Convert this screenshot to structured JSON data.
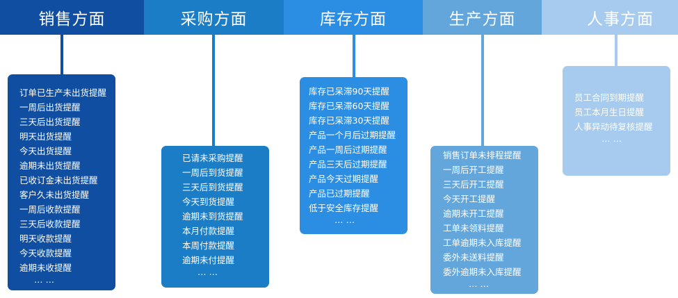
{
  "columns": [
    {
      "title": "销售方面",
      "items": [
        "订单已生产未出货提醒",
        "一周后出货提醒",
        "三天后出货提醒",
        "明天出货提醒",
        "今天出货提醒",
        "逾期未出货提醒",
        "已收订金未出货提醒",
        "客户久未出货提醒",
        "一周后收款提醒",
        "三天后收款提醒",
        "明天收款提醒",
        "今天收款提醒",
        "逾期未收提醒"
      ],
      "more": "… …",
      "color": "#0f4ea0"
    },
    {
      "title": "采购方面",
      "items": [
        "已请未采购提醒",
        "一周后到货提醒",
        "三天后到货提醒",
        "今天到货提醒",
        "逾期未到货提醒",
        "本月付款提醒",
        "本周付款提醒",
        "逾期未付提醒"
      ],
      "more": "… …",
      "color": "#1c7dc7"
    },
    {
      "title": "库存方面",
      "items": [
        "库存已呆滞90天提醒",
        "库存已呆滞60天提醒",
        "库存已呆滞30天提醒",
        "产品一个月后过期提醒",
        "产品一周后过期提醒",
        "产品三天后过期提醒",
        "产品今天过期提醒",
        "产品已过期提醒",
        "低于安全库存提醒"
      ],
      "more": "… …",
      "color": "#2c8ee3"
    },
    {
      "title": "生产方面",
      "items": [
        "销售订单未排程提醒",
        "一周后开工提醒",
        "三天后开工提醒",
        "今天开工提醒",
        "逾期未开工提醒",
        "工单未领料提醒",
        "工单逾期未入库提醒",
        "委外未送料提醒",
        "委外逾期未入库提醒"
      ],
      "more": "… …",
      "color": "#62a6dc"
    },
    {
      "title": "人事方面",
      "items": [
        "员工合同到期提醒",
        "员工本月生日提醒",
        "人事异动待复核提醒"
      ],
      "more": "… …",
      "color": "#a7cbee"
    }
  ]
}
